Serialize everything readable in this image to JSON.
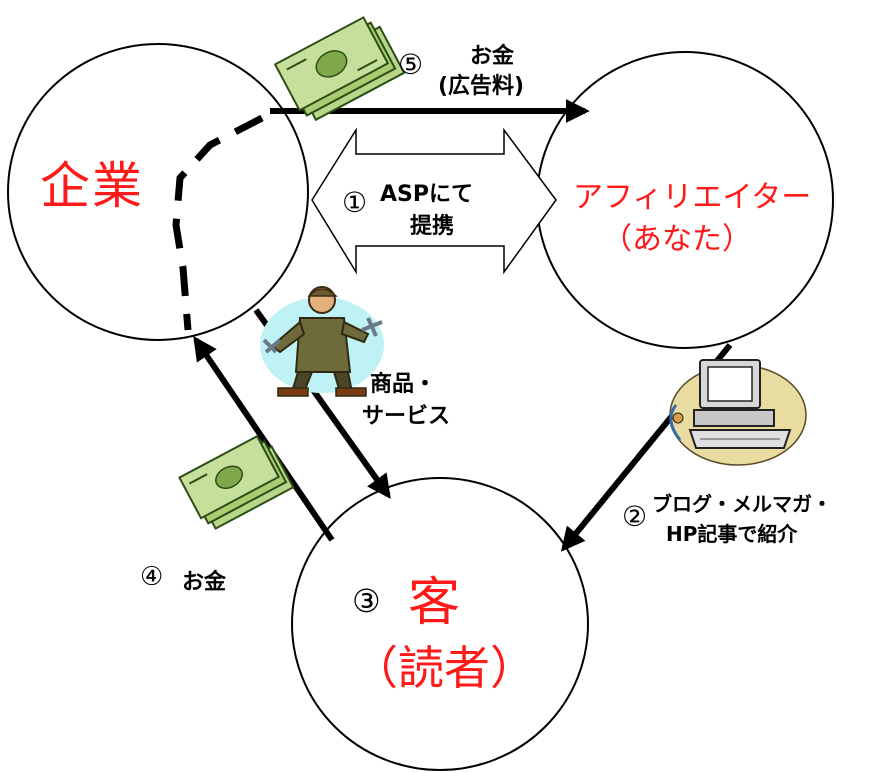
{
  "nodes": {
    "company": {
      "label": "企業"
    },
    "affiliate": {
      "line1": "アフィリエイター",
      "line2": "（あなた）"
    },
    "customer": {
      "number": "③",
      "line1": "客",
      "line2": "（読者）"
    }
  },
  "steps": {
    "s1": {
      "number": "①",
      "line1": "ASPにて",
      "line2": "提携"
    },
    "s2": {
      "number": "②",
      "line1": "ブログ・メルマガ・",
      "line2": "HP記事で紹介"
    },
    "s4": {
      "number": "④",
      "label": "お金"
    },
    "s5": {
      "number": "⑤",
      "line1": "お金",
      "line2": "(広告料)"
    },
    "product": {
      "line1": "商品・",
      "line2": "サービス"
    }
  },
  "colors": {
    "accent": "#ff1a1a",
    "money_green": "#9bc24a",
    "computer_beige": "#e8dca0",
    "worker_bg": "#bff2f5"
  }
}
